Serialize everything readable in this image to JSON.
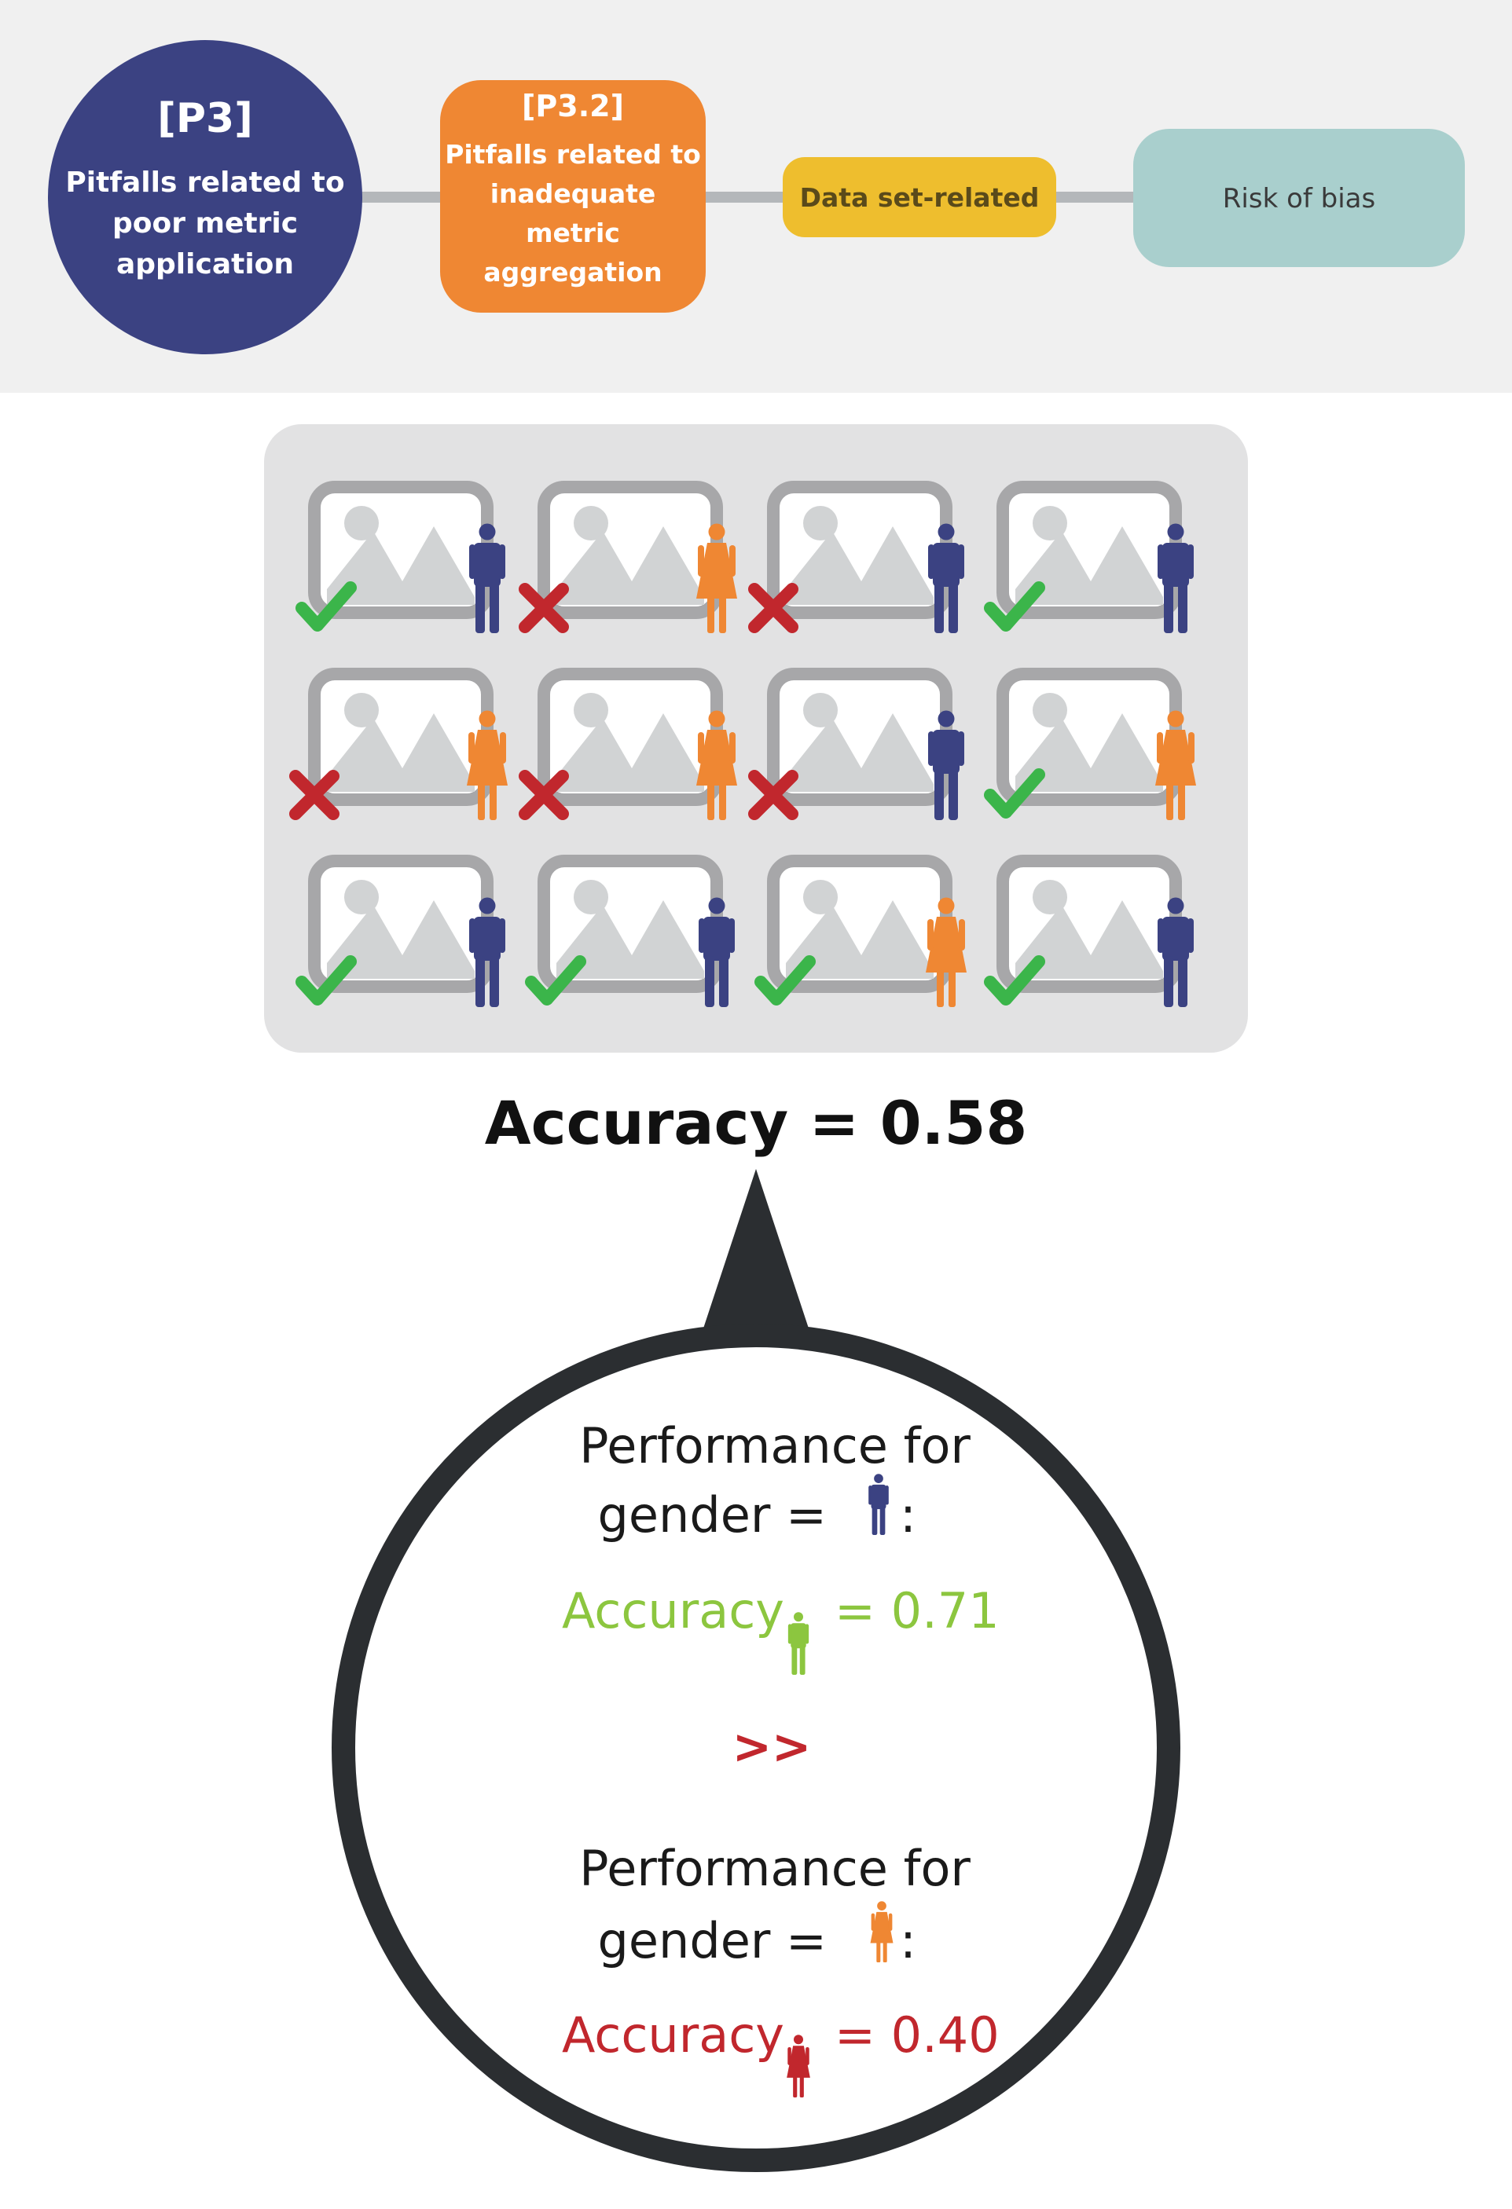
{
  "header": {
    "p3": {
      "code": "[P3]",
      "line1": "Pitfalls related to",
      "line2": "poor metric",
      "line3": "application",
      "color": "#3b4282"
    },
    "p32": {
      "code": "[P3.2]",
      "line1": "Pitfalls related to",
      "line2": "inadequate",
      "line3": "metric",
      "line4": "aggregation",
      "color": "#ef8733"
    },
    "dataset": {
      "label": "Data set-related",
      "color": "#eebe2e"
    },
    "risk": {
      "label": "Risk of bias",
      "color": "#a9cfcd"
    }
  },
  "grid": {
    "columns": 4,
    "items": [
      {
        "gender": "male",
        "result": "correct"
      },
      {
        "gender": "female",
        "result": "wrong"
      },
      {
        "gender": "male",
        "result": "wrong"
      },
      {
        "gender": "male",
        "result": "correct"
      },
      {
        "gender": "female",
        "result": "wrong"
      },
      {
        "gender": "female",
        "result": "wrong"
      },
      {
        "gender": "male",
        "result": "wrong"
      },
      {
        "gender": "female",
        "result": "correct"
      },
      {
        "gender": "male",
        "result": "correct"
      },
      {
        "gender": "male",
        "result": "correct"
      },
      {
        "gender": "female",
        "result": "correct"
      },
      {
        "gender": "male",
        "result": "correct"
      }
    ]
  },
  "overall": {
    "text": "Accuracy = 0.58",
    "value": 0.58
  },
  "detail": {
    "male": {
      "line1": "Performance for",
      "line2": "gender =",
      "colon": ":",
      "acc_label": "Accuracy",
      "acc_value": "= 0.71",
      "value": 0.71,
      "color": "#8cc63f"
    },
    "comparison": ">>",
    "female": {
      "line1": "Performance for",
      "line2": "gender =",
      "colon": ":",
      "acc_label": "Accuracy",
      "acc_value": "= 0.40",
      "value": 0.4,
      "color": "#c1272d"
    }
  },
  "colors": {
    "male": "#3b4282",
    "female": "#ef8733",
    "check": "#3bb54a",
    "cross": "#c1272d",
    "frame": "#a7a7a9",
    "lens": "#2b2e31"
  },
  "icons": {
    "image": "image-placeholder-icon",
    "male": "male-person-icon",
    "female": "female-person-icon",
    "correct": "checkmark-icon",
    "wrong": "cross-icon"
  }
}
